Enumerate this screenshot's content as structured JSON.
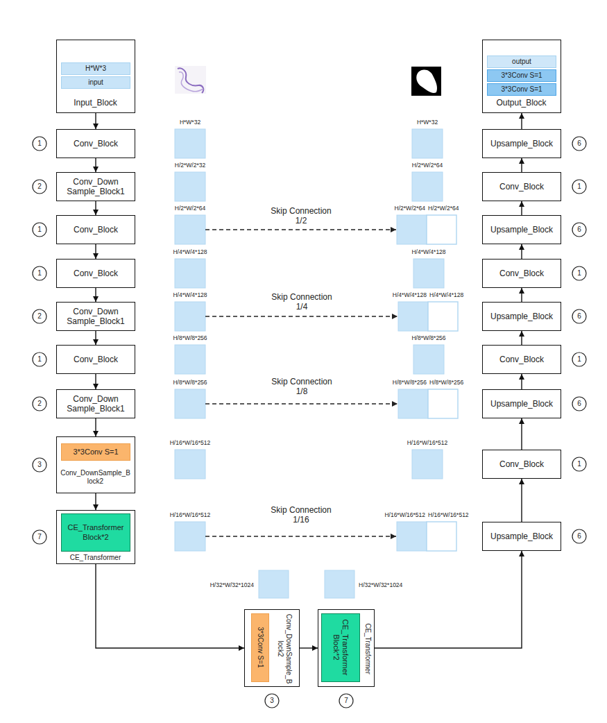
{
  "diagram": {
    "nodes": [
      {
        "text": [
          "Input_Block"
        ]
      },
      {
        "text": [
          "H*W*3"
        ],
        "in": 0
      },
      {
        "text": [
          "input"
        ],
        "in": 0
      },
      {
        "text": [
          "Conv_Block"
        ]
      },
      {
        "text": [
          "Conv_Down Sample_Block1"
        ]
      },
      {
        "text": [
          "Conv_Block"
        ]
      },
      {
        "text": [
          "Conv_Block"
        ]
      },
      {
        "text": [
          "Conv_Down Sample_Block1"
        ]
      },
      {
        "text": [
          "Conv_Block"
        ]
      },
      {
        "text": [
          "Conv_Down Sample_Block1"
        ]
      },
      {
        "text": [
          "Conv_DownSample_B lock2"
        ]
      },
      {
        "text": [
          "3*3Conv S=1"
        ],
        "in": 10
      },
      {
        "text": [
          "CE_Transformer"
        ]
      },
      {
        "text": [
          "CE_Transformer Block*2"
        ],
        "in": 12
      },
      {
        "text": [
          "Conv_DownSample_B lock2"
        ]
      },
      {
        "text": [
          "3*3Conv S=1"
        ],
        "in": 14
      },
      {
        "text": [
          "CE_Transformer"
        ]
      },
      {
        "text": [
          "CE_Transformer Block*2"
        ],
        "in": 16
      },
      {
        "text": [
          "Output_Block"
        ]
      },
      {
        "text": [
          "output"
        ],
        "in": 18
      },
      {
        "text": [
          "3*3Conv S=1"
        ],
        "in": 18
      },
      {
        "text": [
          "3*3Conv S=1"
        ],
        "in": 18
      },
      {
        "text": [
          "Upsample_Block"
        ]
      },
      {
        "text": [
          "Conv_Block"
        ]
      },
      {
        "text": [
          "Upsample_Block"
        ]
      },
      {
        "text": [
          "Conv_Block"
        ]
      },
      {
        "text": [
          "Upsample_Block"
        ]
      },
      {
        "text": [
          "Conv_Block"
        ]
      },
      {
        "text": [
          "Upsample_Block"
        ]
      },
      {
        "text": [
          "Conv_Block"
        ]
      },
      {
        "text": [
          "Upsample_Block"
        ]
      }
    ],
    "edges": [
      {
        "from": 0,
        "to": 3,
        "arrow": "to"
      },
      {
        "from": 3,
        "to": 4,
        "arrow": "to"
      },
      {
        "from": 4,
        "to": 5,
        "arrow": "to"
      },
      {
        "from": 5,
        "to": 6,
        "arrow": "to"
      },
      {
        "from": 6,
        "to": 7,
        "arrow": "to"
      },
      {
        "from": 7,
        "to": 8,
        "arrow": "to"
      },
      {
        "from": 8,
        "to": 9,
        "arrow": "to"
      },
      {
        "from": 9,
        "to": 10,
        "arrow": "to"
      },
      {
        "from": 10,
        "to": 12,
        "arrow": "to"
      },
      {
        "from": 12,
        "to": 14,
        "arrow": "to"
      },
      {
        "from": 14,
        "to": 16,
        "arrow": "to"
      },
      {
        "from": 16,
        "to": 30,
        "arrow": "to"
      },
      {
        "from": 30,
        "to": 29,
        "arrow": "to"
      },
      {
        "from": 29,
        "to": 28,
        "arrow": "to"
      },
      {
        "from": 28,
        "to": 27,
        "arrow": "to"
      },
      {
        "from": 27,
        "to": 26,
        "arrow": "to"
      },
      {
        "from": 26,
        "to": 25,
        "arrow": "to"
      },
      {
        "from": 25,
        "to": 24,
        "arrow": "to"
      },
      {
        "from": 24,
        "to": 23,
        "arrow": "to"
      },
      {
        "from": 23,
        "to": 22,
        "arrow": "to"
      },
      {
        "from": 22,
        "to": 18,
        "arrow": "to"
      }
    ],
    "labels": [
      "H*W*32",
      "H/2*W/2*32",
      "H/2*W/2*64",
      "H/4*W/4*128",
      "H/4*W/4*128",
      "H/8*W/8*256",
      "H/8*W/8*256",
      "H/16*W/16*512",
      "H/16*W/16*512",
      "H*W*32",
      "H/2*W/2*64",
      "H/2*W/2*64",
      "H/2*W/2*64",
      "H/4*W/4*128",
      "H/4*W/4*128",
      "H/4*W/4*128",
      "H/8*W/8*256",
      "H/8*W/8*256",
      "H/8*W/8*256",
      "H/16*W/16*512",
      "H/16*W/16*512",
      "H/16*W/16*512",
      "Skip Connection 1/2",
      "Skip Connection 1/4",
      "Skip Connection 1/8",
      "Skip Connection 1/16",
      "H/32*W/32*1024",
      "H/32*W/32*1024",
      "1",
      "2",
      "1",
      "1",
      "2",
      "1",
      "2",
      "3",
      "7",
      "3",
      "7",
      "6",
      "1",
      "6",
      "1",
      "6",
      "1",
      "6",
      "1",
      "6"
    ]
  }
}
